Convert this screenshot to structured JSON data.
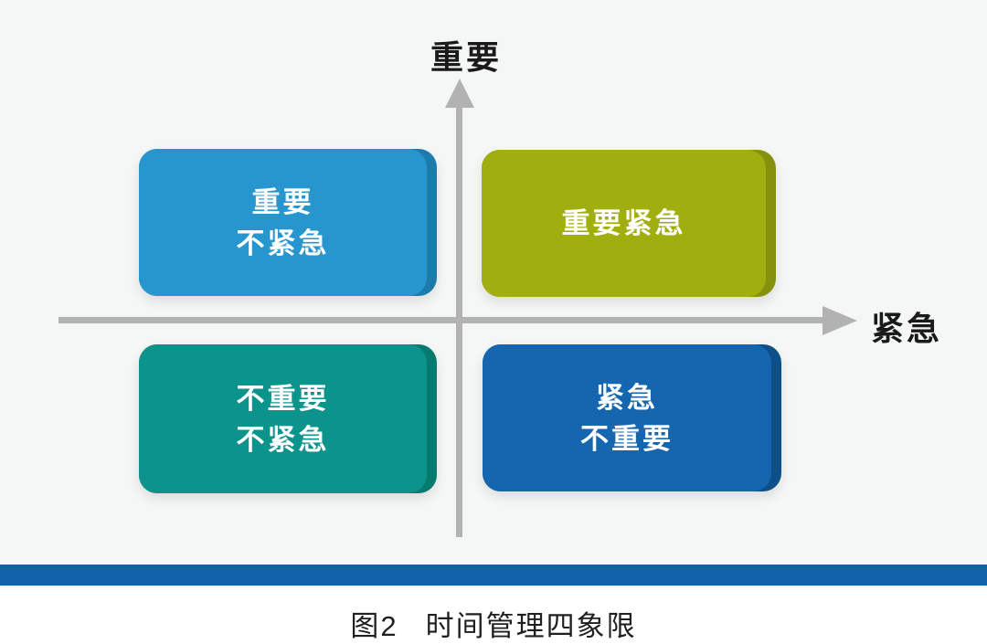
{
  "figure": {
    "background_color": "#f5f6f6",
    "axis": {
      "y_axis_label": "重要",
      "x_axis_label": "紧急",
      "line_color": "#b2b2b2",
      "label_color": "#1a1a1a"
    },
    "quadrants": [
      {
        "name": "top-left-important-not-urgent",
        "line1": "重要",
        "line2": "不紧急",
        "fill_color": "#2796ce",
        "edge_color": "#1b7cab",
        "text_color": "#ffffff"
      },
      {
        "name": "top-right-important-urgent",
        "line1": "重要紧急",
        "line2": "",
        "fill_color": "#a0ae10",
        "edge_color": "#85910c",
        "text_color": "#ffffff"
      },
      {
        "name": "bottom-left-not-important-not-urgent",
        "line1": "不重要",
        "line2": "不紧急",
        "fill_color": "#0b938c",
        "edge_color": "#077a70",
        "text_color": "#ffffff"
      },
      {
        "name": "bottom-right-urgent-not-important",
        "line1": "紧急",
        "line2": "不重要",
        "fill_color": "#1566ae",
        "edge_color": "#0d4f88",
        "text_color": "#ffffff"
      }
    ],
    "divider_bar_color": "#1061a8",
    "caption": {
      "figure_label": "图2",
      "title": "时间管理四象限"
    }
  }
}
